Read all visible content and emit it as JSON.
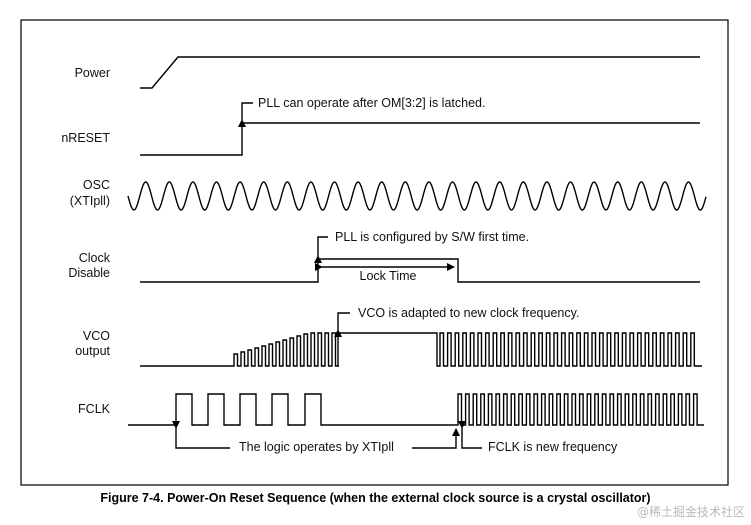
{
  "signals": {
    "power": "Power",
    "nreset": "nRESET",
    "osc_line1": "OSC",
    "osc_line2": "(XTIpll)",
    "clock_line1": "Clock",
    "clock_line2": "Disable",
    "vco_line1": "VCO",
    "vco_line2": "output",
    "fclk": "FCLK"
  },
  "annotations": {
    "pll_operate": "PLL can operate after OM[3:2] is latched.",
    "pll_configured": "PLL is configured by S/W first time.",
    "lock_time": "Lock Time",
    "vco_adapted": "VCO is adapted to new clock frequency.",
    "logic_xtipll": "The logic operates by XTIpll",
    "fclk_new": "FCLK is new frequency"
  },
  "caption": "Figure 7-4. Power-On Reset Sequence (when the external clock source is a crystal oscillator)",
  "watermark": "@稀土掘金技术社区"
}
